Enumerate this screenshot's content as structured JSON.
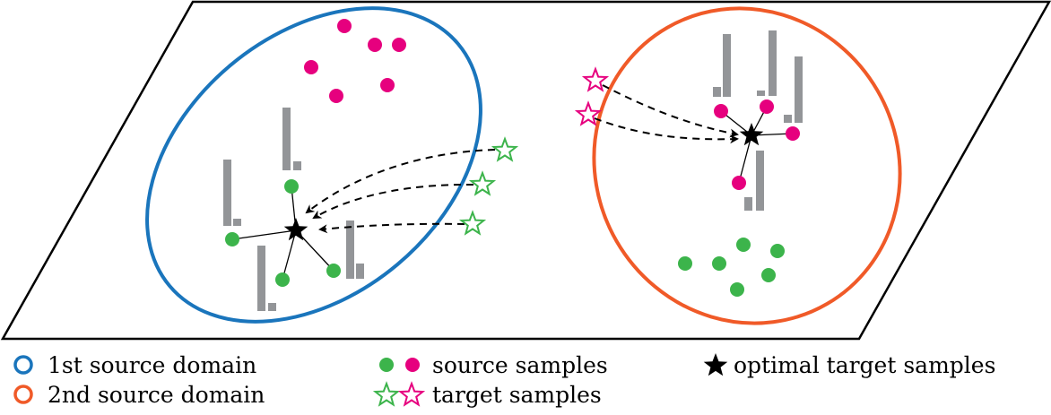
{
  "colors": {
    "blue": "#1a75bc",
    "orange": "#f05a28",
    "green": "#3cb44b",
    "pink": "#e6007e",
    "bar": "#939598"
  },
  "legend": {
    "first_domain": "1st source domain",
    "second_domain": "2nd source domain",
    "source_samples": "source samples",
    "target_samples": "target samples",
    "optimal_target": "optimal target samples"
  }
}
